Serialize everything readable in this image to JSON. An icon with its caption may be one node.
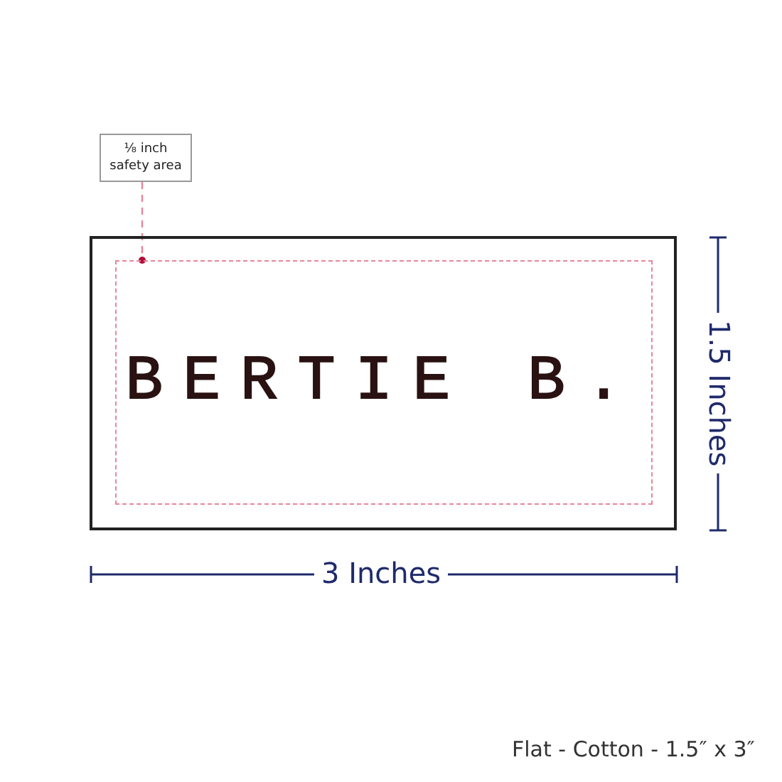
{
  "diagram": {
    "nodes": [
      {
        "text": [],
        "shape": "box"
      },
      {
        "text": [
          "BERTIE B."
        ],
        "in": 0
      },
      {
        "text": [
          "⅛ inch safety area"
        ]
      }
    ],
    "edges": [
      {
        "from": 2,
        "to": 1,
        "arrow": "other",
        "style": "dashed"
      }
    ],
    "labels": [
      "3 Inches",
      "1.5 Inches",
      "Flat - Cotton - 1.5″ x 3″"
    ]
  }
}
